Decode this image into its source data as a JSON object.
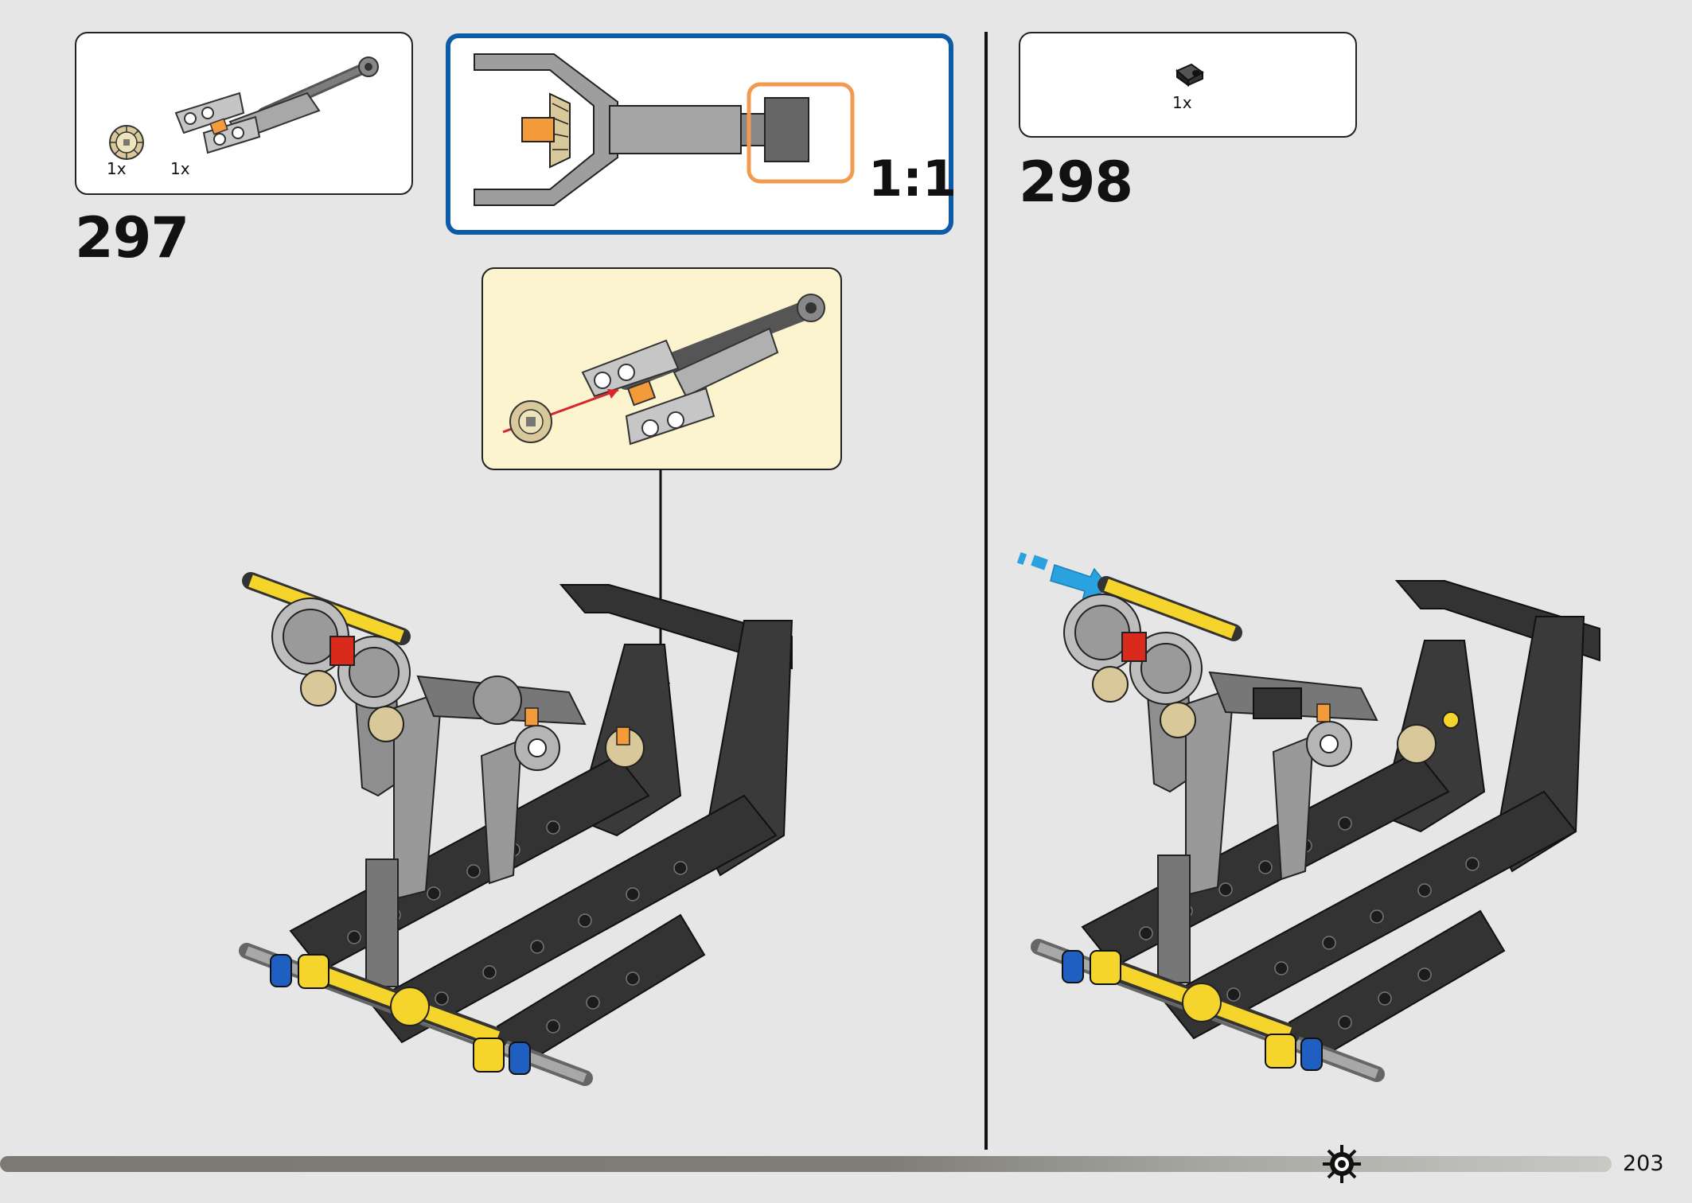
{
  "steps": [
    {
      "number": "297",
      "parts": [
        {
          "qty": "1x",
          "icon": "tan-bevel-gear-icon"
        },
        {
          "qty": "1x",
          "icon": "shock-absorber-assembly-icon"
        }
      ],
      "zoom": {
        "scale": "1:1"
      }
    },
    {
      "number": "298",
      "parts": [
        {
          "qty": "1x",
          "icon": "black-bush-icon"
        }
      ]
    }
  ],
  "page": {
    "number": "203"
  },
  "colors": {
    "background": "#e6e6e6",
    "zoom_border": "#0d5aa7",
    "highlight": "#f09b4f",
    "callout_bg": "#fbf4cf",
    "arrow_blue": "#2aa2e0",
    "arrow_red": "#d9262c"
  }
}
